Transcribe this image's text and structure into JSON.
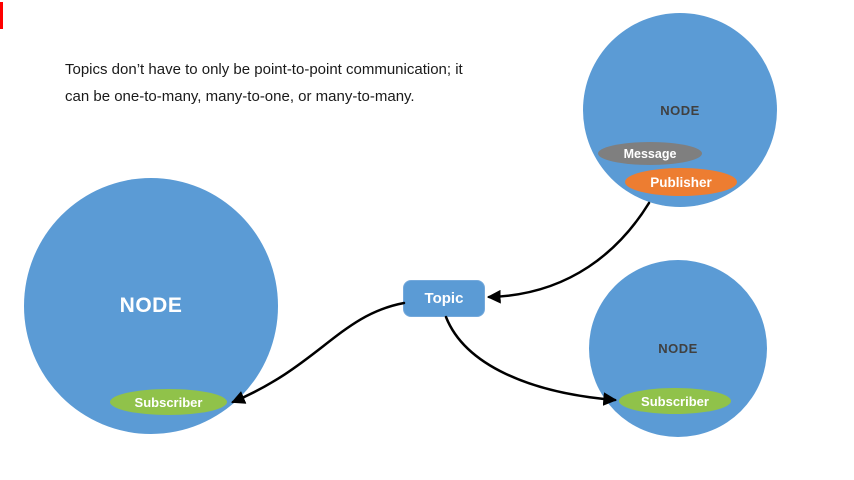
{
  "caption": {
    "line1": "Topics don’t have to only be point-to-point communication; it",
    "line2": "can be one-to-many, many-to-one, or many-to-many."
  },
  "left_node": {
    "label": "NODE",
    "subscriber_label": "Subscriber"
  },
  "top_right_node": {
    "label": "NODE",
    "message_label": "Message",
    "publisher_label": "Publisher"
  },
  "bottom_right_node": {
    "label": "NODE",
    "subscriber_label": "Subscriber"
  },
  "topic": {
    "label": "Topic"
  },
  "colors": {
    "node_blue": "#5b9bd5",
    "subscriber_green": "#90c24a",
    "publisher_orange": "#ed7d31",
    "message_gray": "#7f7f7f",
    "arrow_black": "#000000",
    "red_marker": "#ff0000"
  }
}
